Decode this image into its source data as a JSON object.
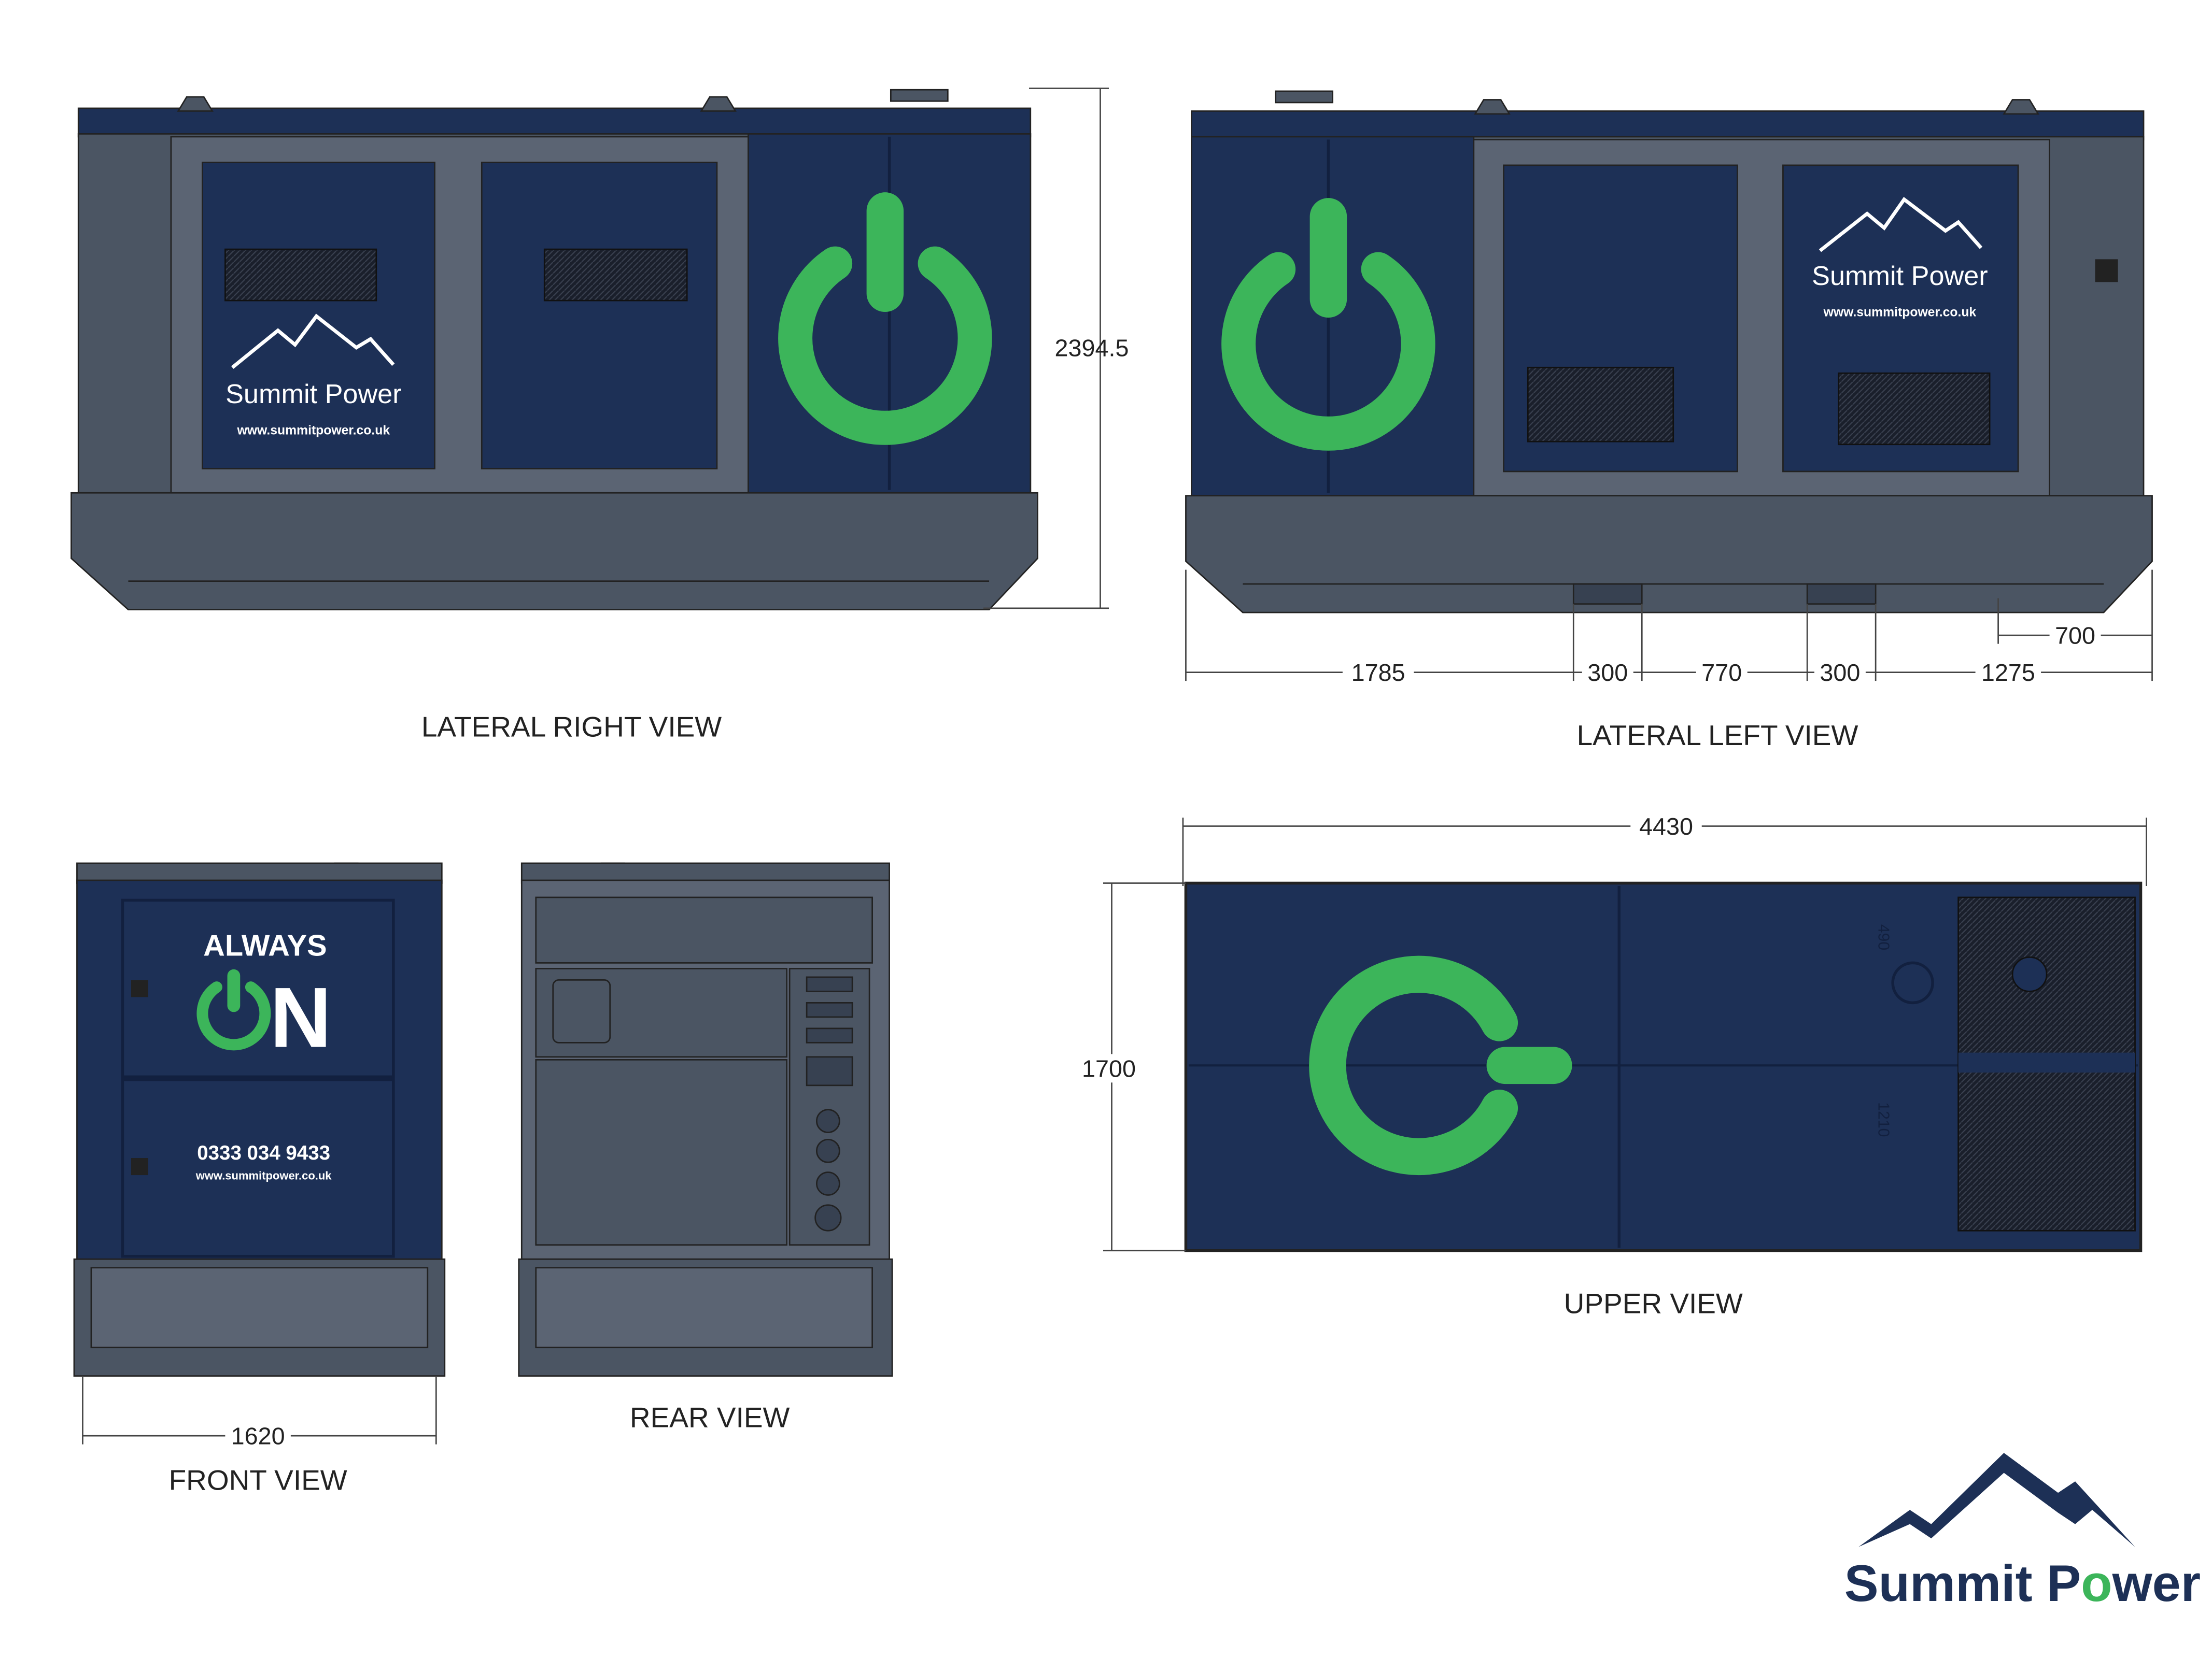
{
  "colors": {
    "navy": "#1d3056",
    "navy_dark": "#12203f",
    "grey_frame": "#4b5563",
    "grey_dark": "#374151",
    "green": "#3cb55a",
    "white": "#ffffff",
    "line": "#222222"
  },
  "views": {
    "lateral_right": {
      "label": "LATERAL RIGHT VIEW"
    },
    "lateral_left": {
      "label": "LATERAL LEFT VIEW"
    },
    "front": {
      "label": "FRONT VIEW"
    },
    "rear": {
      "label": "REAR VIEW"
    },
    "upper": {
      "label": "UPPER VIEW"
    }
  },
  "dimensions": {
    "height": "2394.5",
    "length": "4430",
    "width_top": "1700",
    "width_front": "1620",
    "left_segments": [
      "1785",
      "300",
      "770",
      "300",
      "1275"
    ],
    "left_upper": "700",
    "upper_inner_a": "490",
    "upper_inner_b": "1210"
  },
  "branding": {
    "company": "Summit Power",
    "company_prefix": "Summit P",
    "company_suffix": "wer",
    "website": "www.summitpower.co.uk",
    "always": "ALWAYS",
    "on": "N",
    "phone": "0333 034 9433"
  }
}
